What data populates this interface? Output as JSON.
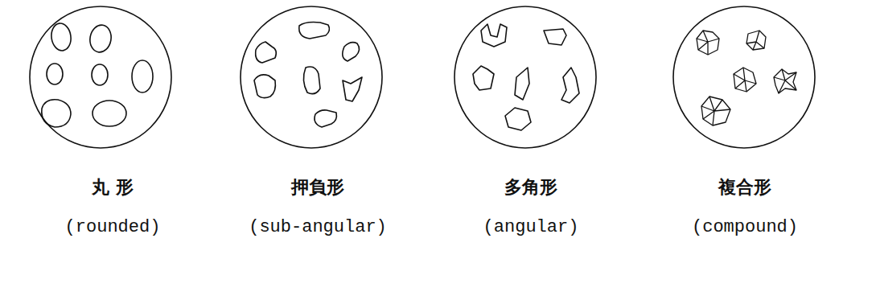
{
  "diagram": {
    "labels": [
      "丸 形",
      "(rounded)",
      "押負形",
      "(sub-angular)",
      "多角形",
      "(angular)",
      "複合形",
      "(compound)"
    ]
  }
}
